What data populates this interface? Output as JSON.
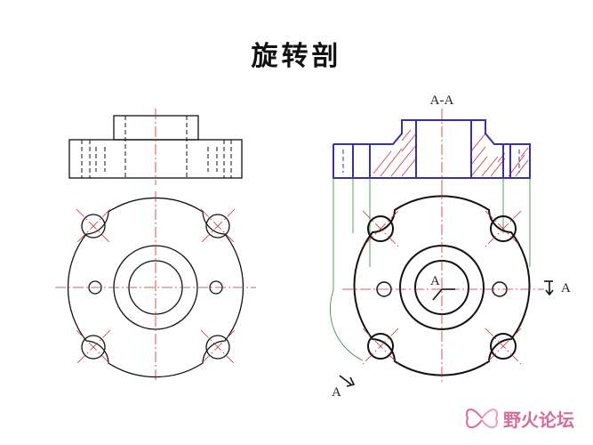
{
  "title": "旋转剖",
  "section_label": "A-A",
  "cut_label_center": "A",
  "cut_label_right": "A",
  "cut_label_bottom": "A",
  "watermark": {
    "text": "野火论坛",
    "icon": "butterfly-logo-icon"
  },
  "colors": {
    "outline": "#111111",
    "section": "#3a2fb0",
    "hatch": "#d04040",
    "center": "#c03030",
    "projection": "#2a8a3a"
  }
}
